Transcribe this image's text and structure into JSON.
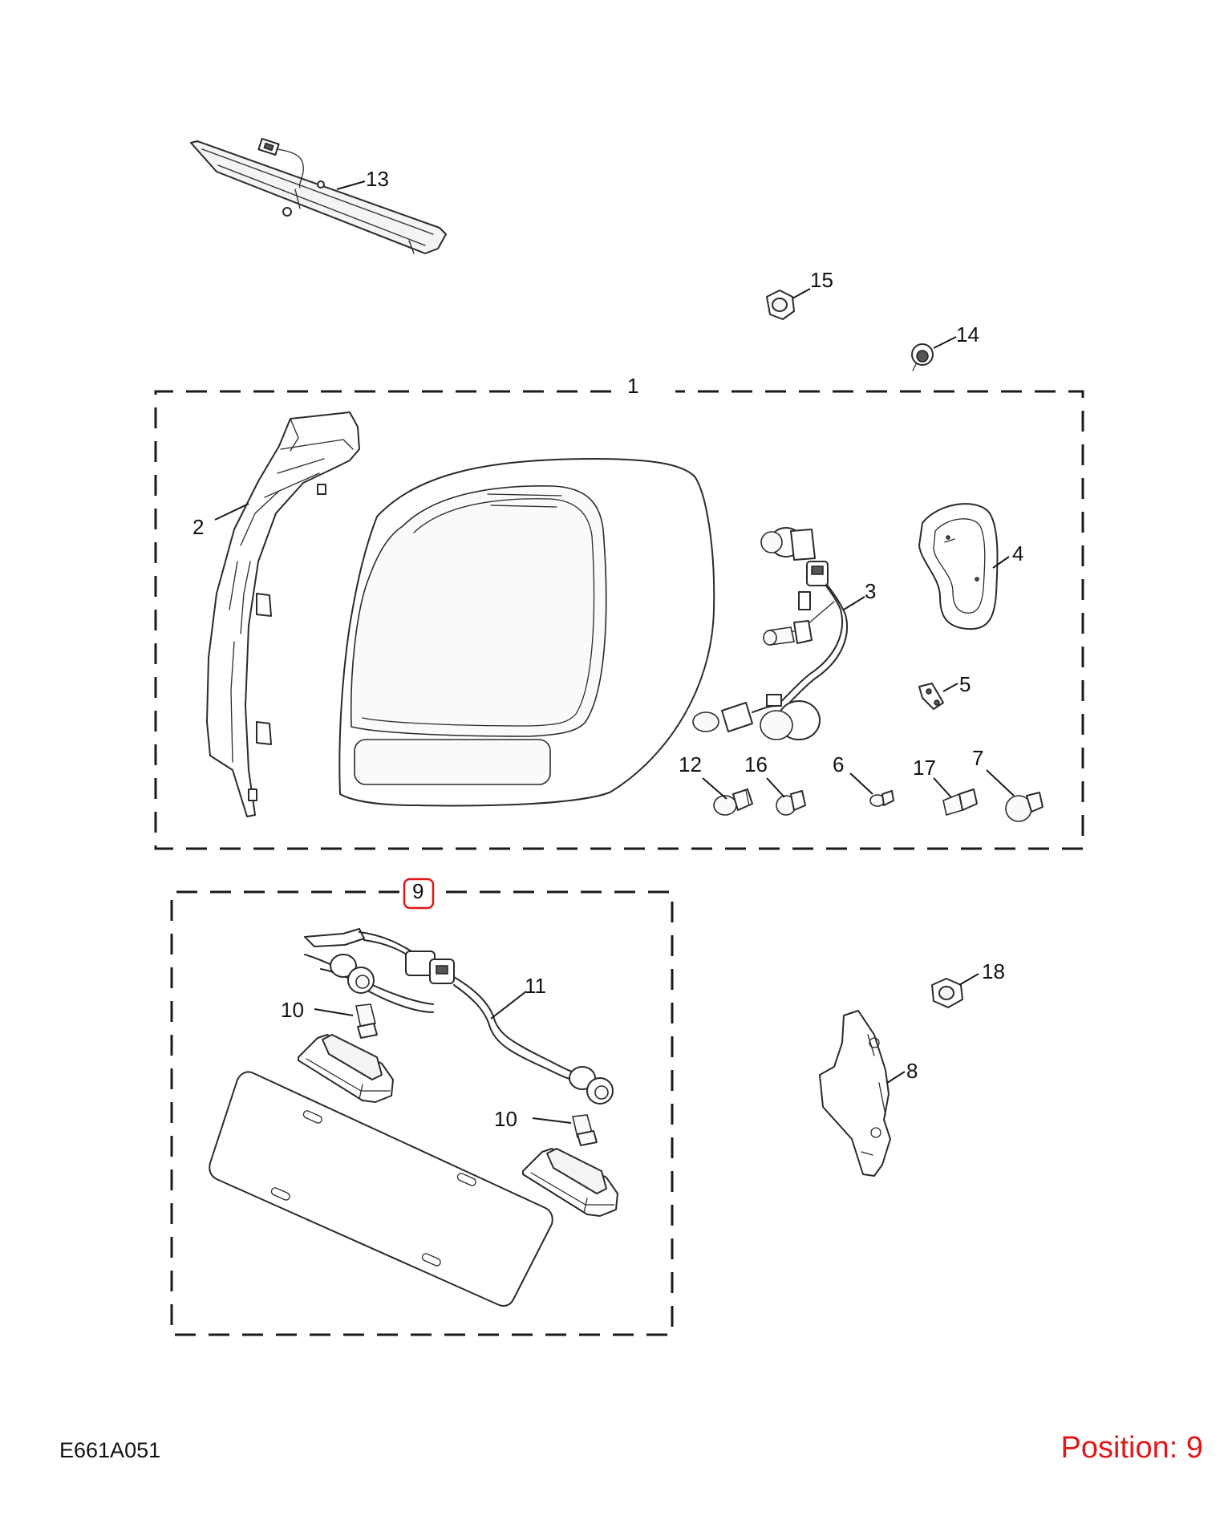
{
  "callouts": {
    "c1": "1",
    "c2": "2",
    "c3": "3",
    "c4": "4",
    "c5": "5",
    "c6": "6",
    "c7": "7",
    "c8": "8",
    "c9": "9",
    "c10a": "10",
    "c10b": "10",
    "c11": "11",
    "c12": "12",
    "c13": "13",
    "c14": "14",
    "c15": "15",
    "c16": "16",
    "c17": "17",
    "c18": "18"
  },
  "footer": {
    "diagram_code": "E661A051",
    "position_label": "Position: 9"
  },
  "colors": {
    "highlight": "#e01818",
    "line": "#2a2a2a"
  }
}
